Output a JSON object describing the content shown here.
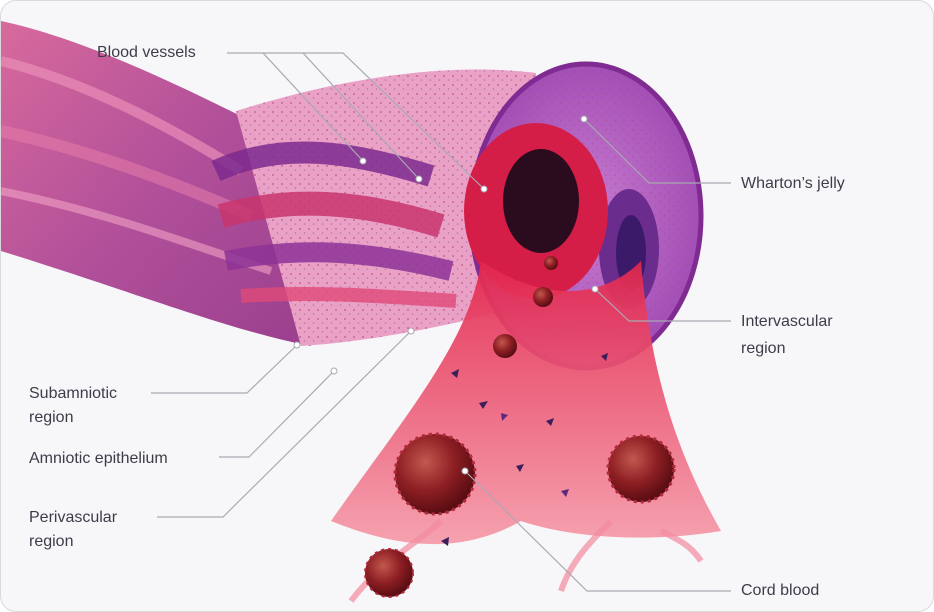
{
  "labels": {
    "blood_vessels": "Blood vessels",
    "whartons_jelly": "Wharton’s jelly",
    "intervascular_line1": "Intervascular",
    "intervascular_line2": "region",
    "subamniotic_line1": "Subamniotic",
    "subamniotic_line2": "region",
    "amniotic_epithelium": "Amniotic epithelium",
    "perivascular_line1": "Perivascular",
    "perivascular_line2": "region",
    "cord_blood": "Cord blood"
  },
  "colors": {
    "background": "#f7f6f9",
    "label_text": "#3d3d4a",
    "leader_line": "#a9a9b3",
    "jelly_purple": "#a24fb6",
    "vessel_red": "#d4204a",
    "cord_blood_red": "#ee3f5e",
    "blood_cell": "#8a1a22"
  }
}
